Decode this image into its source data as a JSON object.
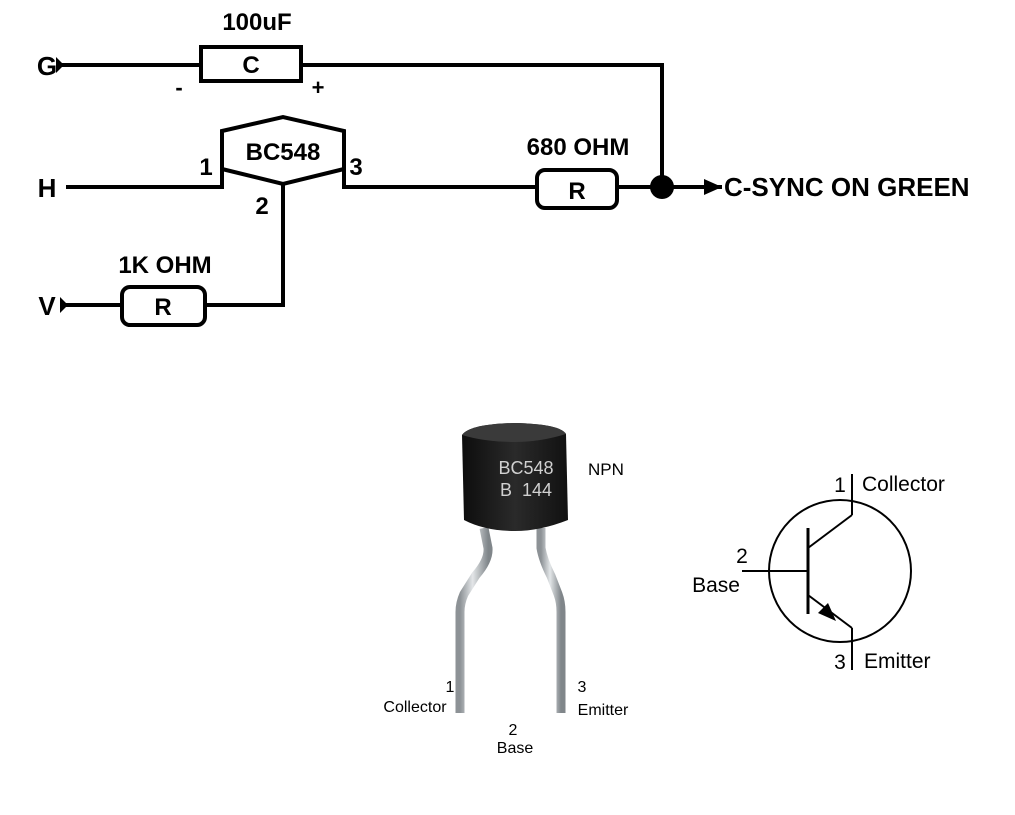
{
  "circuit": {
    "inputs": {
      "g": "G",
      "h": "H",
      "v": "V"
    },
    "capacitor": {
      "value": "100uF",
      "symbol": "C",
      "minus": "-",
      "plus": "+"
    },
    "transistor": {
      "name": "BC548",
      "pin1": "1",
      "pin2": "2",
      "pin3": "3"
    },
    "resistor_top": {
      "value": "680 OHM",
      "symbol": "R"
    },
    "resistor_bottom": {
      "value": "1K OHM",
      "symbol": "R"
    },
    "output": "C-SYNC ON GREEN"
  },
  "package": {
    "marking_line1": "BC548",
    "marking_line2": "B  144",
    "type": "NPN",
    "pin1_num": "1",
    "pin1_name": "Collector",
    "pin2_num": "2",
    "pin2_name": "Base",
    "pin3_num": "3",
    "pin3_name": "Emitter"
  },
  "symbol": {
    "collector_num": "1",
    "collector_name": "Collector",
    "base_num": "2",
    "base_name": "Base",
    "emitter_num": "3",
    "emitter_name": "Emitter"
  },
  "colors": {
    "ink": "#000000",
    "package_body": "#1c1c1c",
    "lead": "#b4b8bb"
  }
}
